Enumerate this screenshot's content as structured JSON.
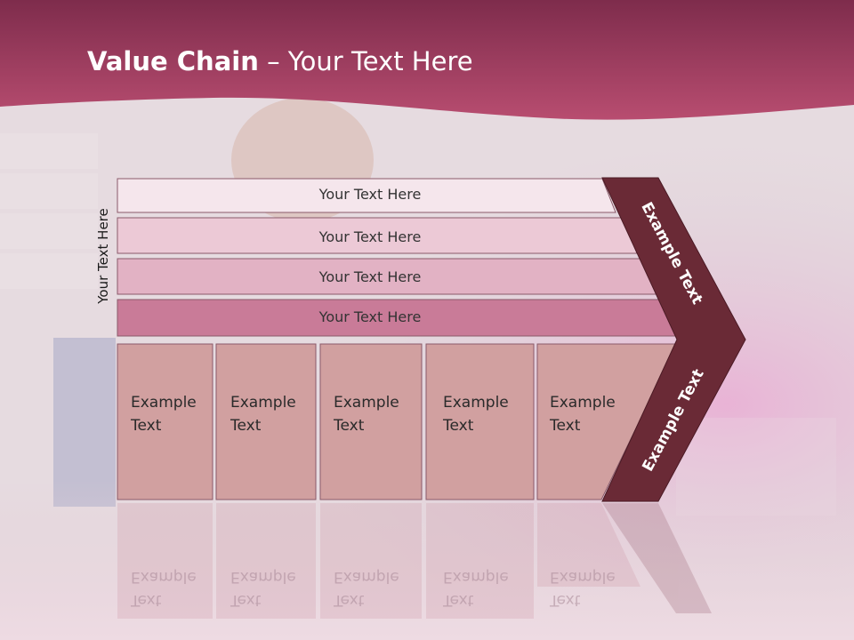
{
  "title": {
    "bold": "Value Chain",
    "rest": " – Your Text Here"
  },
  "side_label": "Your Text Here",
  "rows": [
    {
      "label": "Your Text Here",
      "color": "#f5e6ec"
    },
    {
      "label": "Your Text Here",
      "color": "#ecc9d6"
    },
    {
      "label": "Your Text Here",
      "color": "#e2b2c4"
    },
    {
      "label": "Your Text Here",
      "color": "#c97b98"
    }
  ],
  "boxes": [
    {
      "line1": "Example",
      "line2": "Text"
    },
    {
      "line1": "Example",
      "line2": "Text"
    },
    {
      "line1": "Example",
      "line2": "Text"
    },
    {
      "line1": "Example",
      "line2": "Text"
    },
    {
      "line1": "Example",
      "line2": "Text"
    }
  ],
  "chevron_top": "Example Text",
  "chevron_bottom": "Example Text",
  "colors": {
    "header": "#a84a6a",
    "chevron": "#6a2a36",
    "box": "#d1a0a0"
  }
}
